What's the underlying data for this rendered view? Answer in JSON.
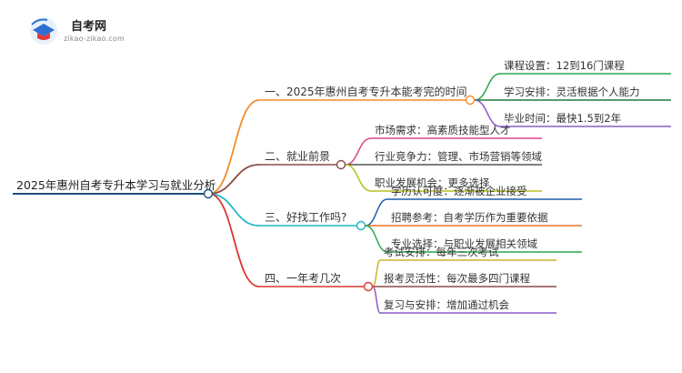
{
  "logo": {
    "title": "自考网",
    "subtitle": "zikao-zikao.com",
    "icon": "graduation-cap-icon"
  },
  "root": {
    "label": "2025年惠州自考专升本学习与就业分析",
    "color": "#1f4e79"
  },
  "branches": [
    {
      "label": "一、2025年惠州自考专升本能考完的时间",
      "color": "#f28c28",
      "leaves": [
        {
          "label": "课程设置：12到16门课程",
          "color": "#2aa84a"
        },
        {
          "label": "学习安排：灵活根据个人能力",
          "color": "#1f7a3a"
        },
        {
          "label": "毕业时间：最快1.5到2年",
          "color": "#8b5cc6"
        }
      ]
    },
    {
      "label": "二、就业前景",
      "color": "#8b4a4a",
      "leaves": [
        {
          "label": "市场需求：高素质技能型人才",
          "color": "#e0458a"
        },
        {
          "label": "行业竞争力：管理、市场营销等领域",
          "color": "#555555"
        },
        {
          "label": "职业发展机会：更多选择",
          "color": "#b5c21e"
        }
      ]
    },
    {
      "label": "三、好找工作吗?",
      "color": "#1fb6c9",
      "leaves": [
        {
          "label": "学历认可度：逐渐被企业接受",
          "color": "#1a5fa8"
        },
        {
          "label": "招聘参考：自考学历作为重要依据",
          "color": "#e8742a"
        },
        {
          "label": "专业选择：与职业发展相关领域",
          "color": "#2aa84a"
        }
      ]
    },
    {
      "label": "四、一年考几次",
      "color": "#d9362f",
      "leaves": [
        {
          "label": "考试安排：每年三次考试",
          "color": "#c9b42a"
        },
        {
          "label": "报考灵活性：每次最多四门课程",
          "color": "#8b4a4a"
        },
        {
          "label": "复习与安排：增加通过机会",
          "color": "#8b5cc6"
        }
      ]
    }
  ]
}
